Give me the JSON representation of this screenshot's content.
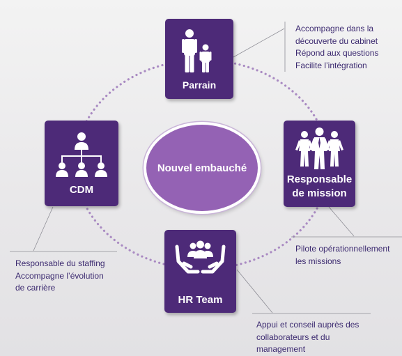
{
  "center": {
    "label": "Nouvel embauché"
  },
  "roles": {
    "parrain": {
      "label": "Parrain",
      "icon": "parent-child-icon",
      "description": [
        "Accompagne dans la",
        "découverte du cabinet",
        "Répond aux questions",
        "Facilite l’intégration"
      ]
    },
    "cdm": {
      "label": "CDM",
      "icon": "org-chart-icon",
      "description": [
        "Responsable du staffing",
        "Accompagne l’évolution",
        "de carrière"
      ]
    },
    "mission": {
      "label_line1": "Responsable",
      "label_line2": "de mission",
      "icon": "team-walking-icon",
      "description": [
        "Pilote opérationnellement",
        "les missions"
      ]
    },
    "hr": {
      "label": "HR Team",
      "icon": "hands-holding-people-icon",
      "description": [
        "Appui et conseil auprès des",
        "collaborateurs et du",
        "management"
      ]
    }
  },
  "colors": {
    "card": "#4d2a78",
    "center": "#9462b4",
    "text": "#3c2a70",
    "dots": "#a98ac2"
  }
}
